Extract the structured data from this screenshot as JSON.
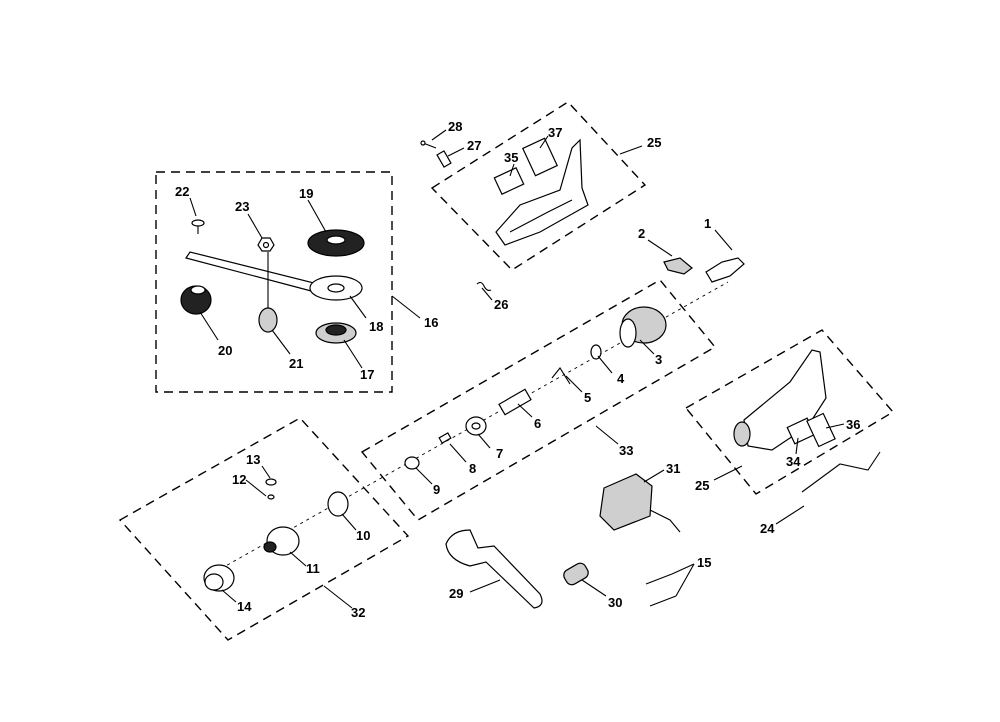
{
  "parts": {
    "p1": "1",
    "p2": "2",
    "p3": "3",
    "p4": "4",
    "p5": "5",
    "p6": "6",
    "p7": "7",
    "p8": "8",
    "p9": "9",
    "p10": "10",
    "p11": "11",
    "p12": "12",
    "p13": "13",
    "p14": "14",
    "p15": "15",
    "p16": "16",
    "p17": "17",
    "p18": "18",
    "p19": "19",
    "p20": "20",
    "p21": "21",
    "p22": "22",
    "p23": "23",
    "p24": "24",
    "p25a": "25",
    "p25b": "25",
    "p26": "26",
    "p27": "27",
    "p28": "28",
    "p29": "29",
    "p30": "30",
    "p31": "31",
    "p32": "32",
    "p33": "33",
    "p34": "34",
    "p35": "35",
    "p36": "36",
    "p37": "37"
  }
}
